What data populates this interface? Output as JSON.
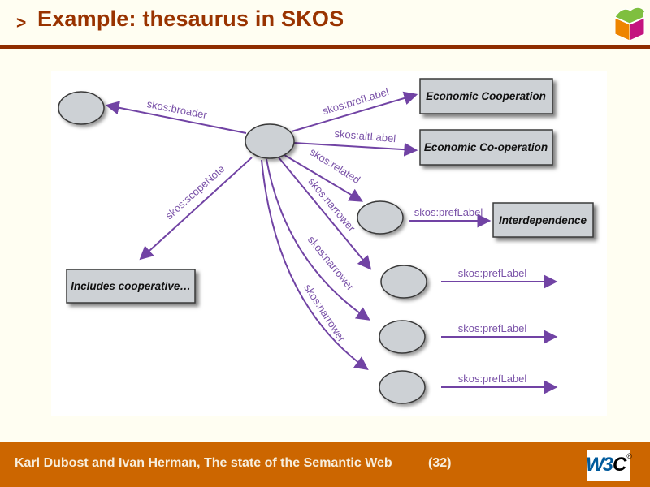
{
  "header": {
    "marker": ">",
    "title": "Example: thesaurus in SKOS",
    "title_color": "#993300"
  },
  "cube_icon": {
    "name": "semantic-web-cube",
    "top_color": "#7fbf3f",
    "left_color": "#ee8500",
    "right_color": "#c4147e"
  },
  "diagram": {
    "background": "#ffffff",
    "colors": {
      "arrow": "#7143a4",
      "label_text": "#7a52a8",
      "node_fill": "#cdd1d5",
      "node_border": "#3a3a3a"
    },
    "boxes": {
      "economic_cooperation": "Economic Cooperation",
      "economic_co_operation": "Economic Co-operation",
      "interdependence": "Interdependence",
      "includes_cooperative": "Includes cooperative…"
    },
    "edge_labels": {
      "broader": "skos:broader",
      "pref_label_top": "skos:prefLabel",
      "alt_label": "skos:altLabel",
      "related": "skos:related",
      "scope_note": "skos:scopeNote",
      "narrower_1": "skos:narrower",
      "narrower_2": "skos:narrower",
      "narrower_3": "skos:narrower",
      "pref_label_interdependence": "skos:prefLabel",
      "pref_label_row1": "skos:prefLabel",
      "pref_label_row2": "skos:prefLabel",
      "pref_label_row3": "skos:prefLabel"
    }
  },
  "footer": {
    "bg_color": "#cc6600",
    "credit": "Karl Dubost and Ivan Herman, The state of the Semantic Web",
    "page_number": "(32)",
    "w3c_logo": {
      "w3": "W3",
      "c": "C",
      "registered": "®",
      "blue": "#005a9c"
    }
  }
}
